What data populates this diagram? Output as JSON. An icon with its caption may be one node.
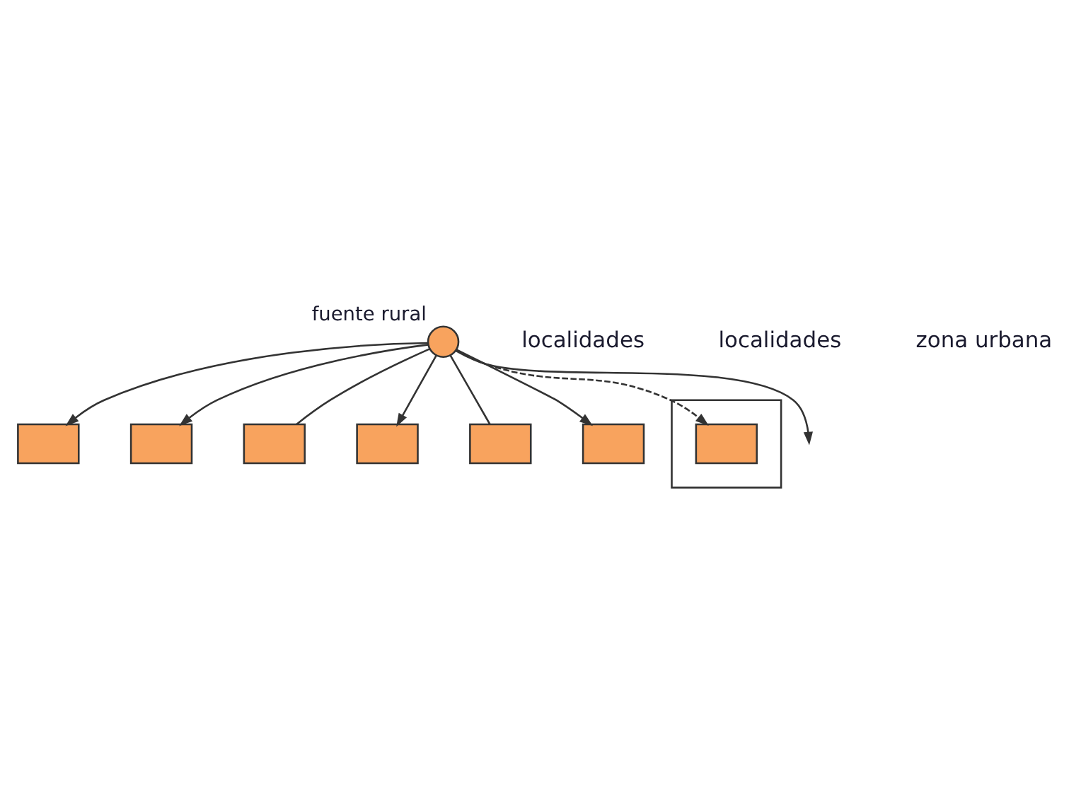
{
  "diagram": {
    "nodes": [
      {
        "text": [],
        "shape": "circle",
        "beside": [
          "fuente rural"
        ]
      },
      {
        "text": [],
        "shape": "box"
      },
      {
        "text": [],
        "shape": "box"
      },
      {
        "text": [],
        "shape": "box"
      },
      {
        "text": [],
        "shape": "box"
      },
      {
        "text": [],
        "shape": "box"
      },
      {
        "text": [],
        "shape": "box"
      },
      {
        "text": [],
        "shape": "box"
      },
      {
        "text": [],
        "shape": "box",
        "in": 7
      }
    ],
    "edges": [
      {
        "from": 0,
        "to": null,
        "arrow": "to"
      },
      {
        "from": 0,
        "to": 1,
        "arrow": "to"
      },
      {
        "from": 0,
        "to": 2,
        "arrow": "to"
      },
      {
        "from": 0,
        "to": 3,
        "arrow": "none"
      },
      {
        "from": 0,
        "to": 4,
        "arrow": "to"
      },
      {
        "from": 0,
        "to": 5,
        "arrow": "none"
      },
      {
        "from": 0,
        "to": 6,
        "arrow": "to"
      },
      {
        "from": 0,
        "to": 8,
        "arrow": "to",
        "style": "dashed"
      }
    ],
    "labels": [
      "localidades",
      "localidades",
      "zona urbana"
    ]
  }
}
